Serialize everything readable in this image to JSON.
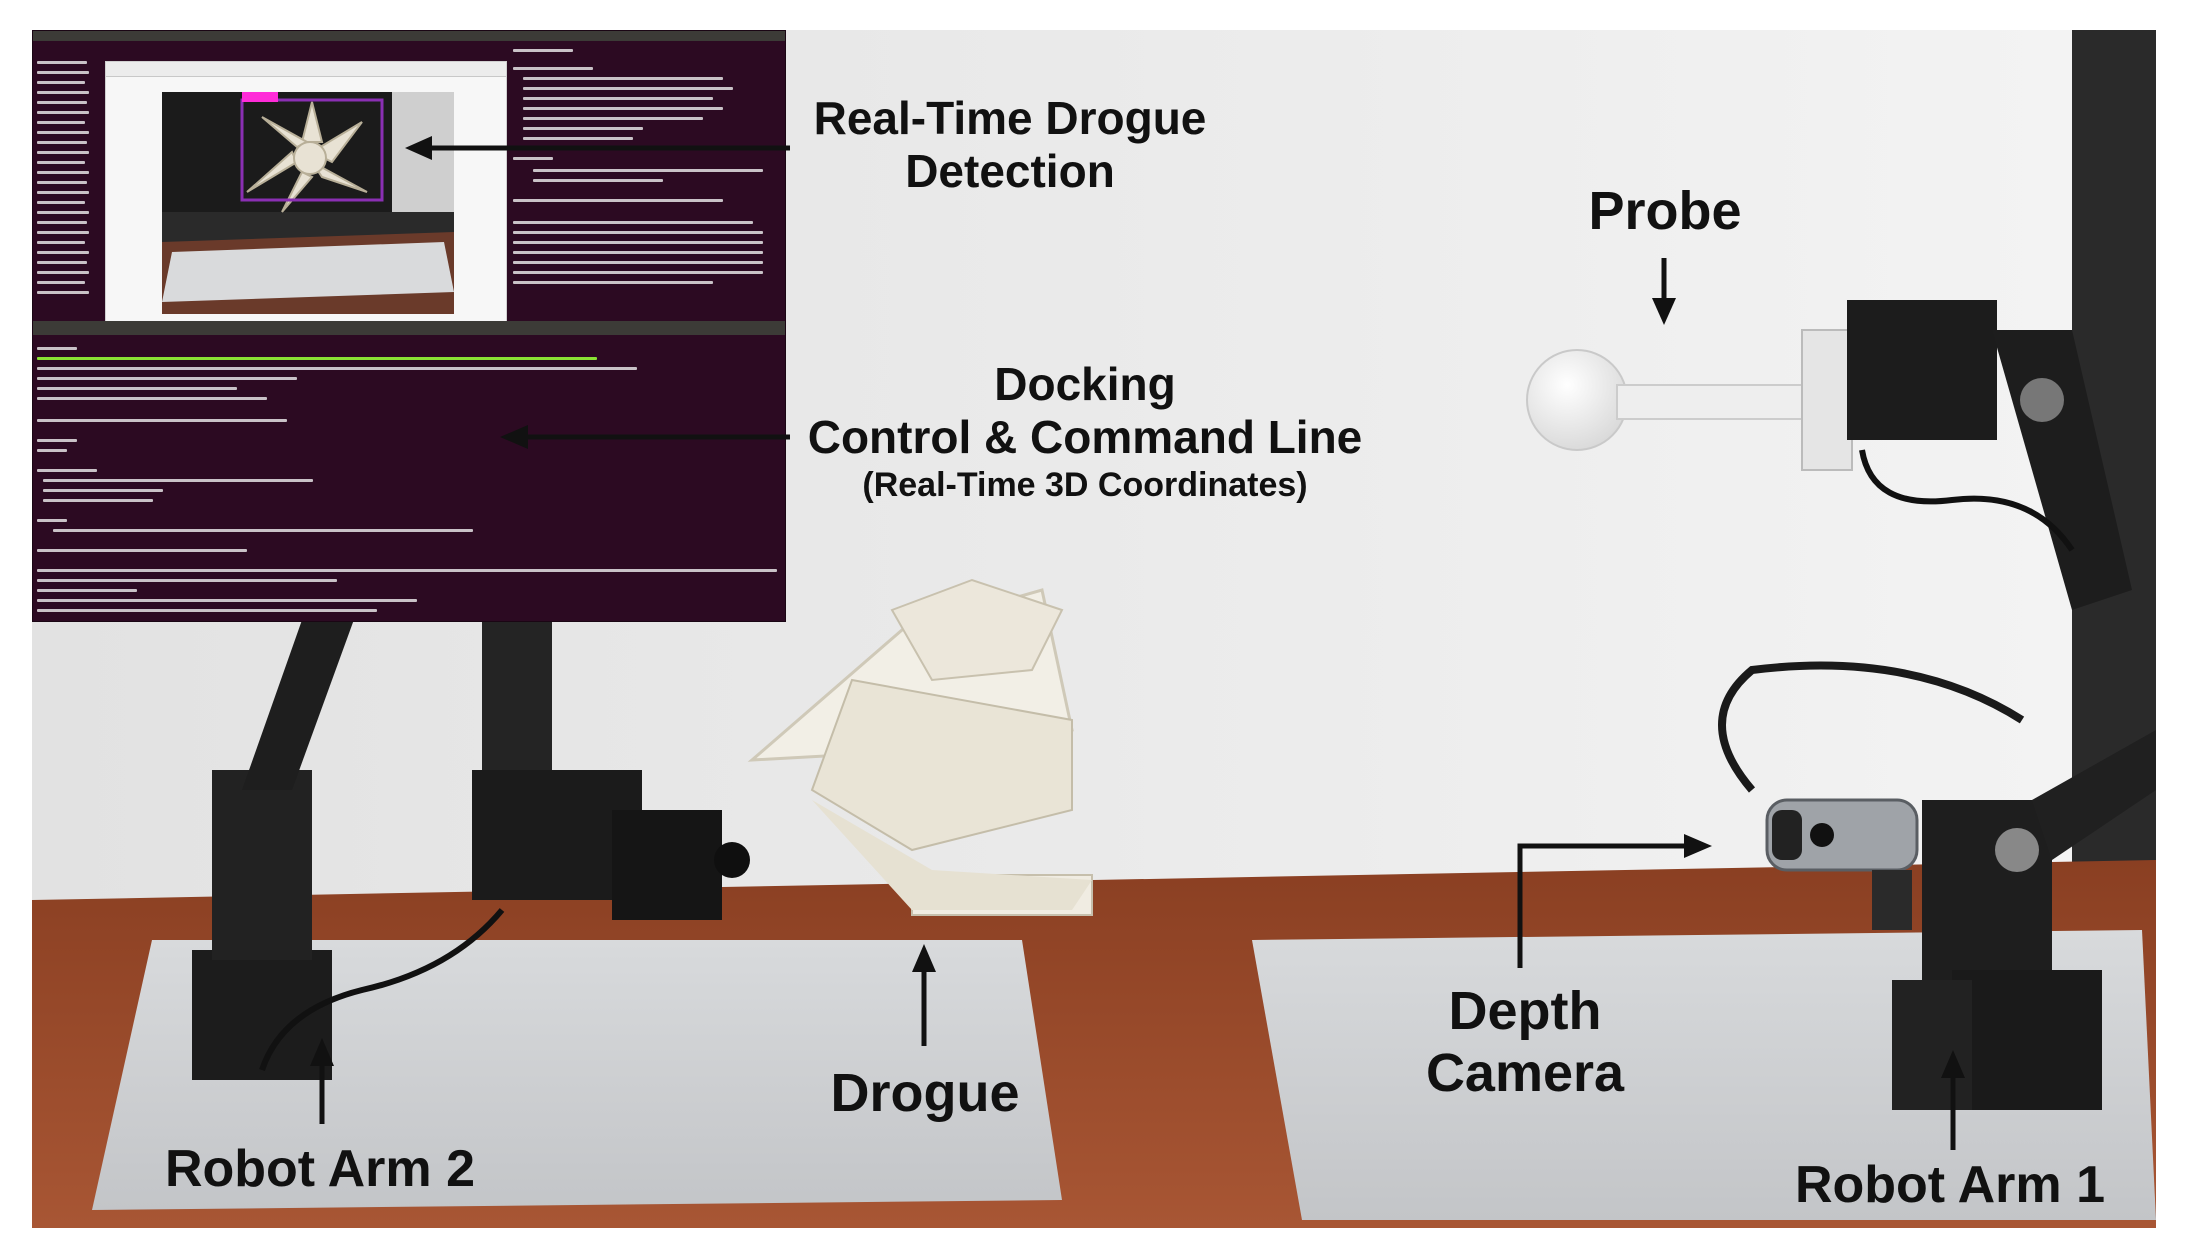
{
  "labels": {
    "drogue_detection_line1": "Real-Time Drogue",
    "drogue_detection_line2": "Detection",
    "probe": "Probe",
    "docking_line1": "Docking",
    "docking_line2": "Control & Command Line",
    "docking_line3": "(Real-Time 3D Coordinates)",
    "drogue": "Drogue",
    "depth_camera_line1": "Depth",
    "depth_camera_line2": "Camera",
    "robot_arm_2": "Robot Arm 2",
    "robot_arm_1": "Robot Arm 1"
  },
  "colors": {
    "terminal_bg": "#2c0a22",
    "wall": "#e9e9e9",
    "table": "#9a4a2a",
    "board": "#cfd1d3"
  }
}
